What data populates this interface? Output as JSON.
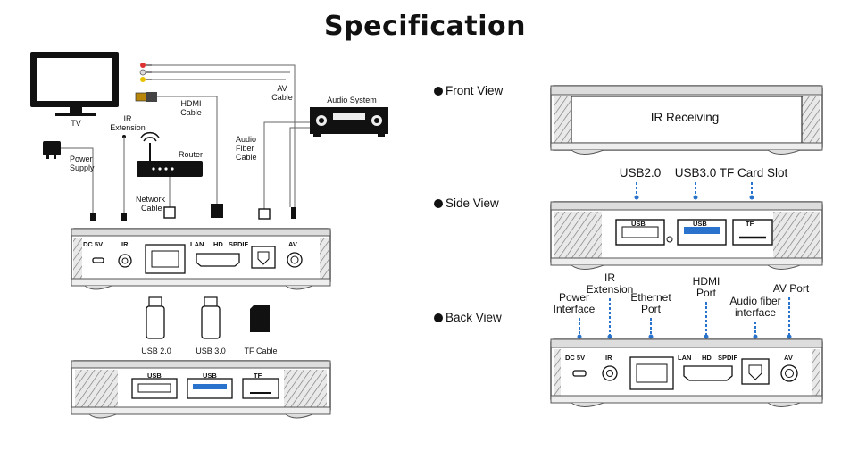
{
  "title": "Specification",
  "left": {
    "tv": "TV",
    "ir_extension": [
      "IR",
      "Extension"
    ],
    "hdmi_cable": [
      "HDMI",
      "Cable"
    ],
    "av_cable": [
      "AV",
      "Cable"
    ],
    "audio_system": "Audio System",
    "power_supply": [
      "Power",
      "Supply"
    ],
    "router": "Router",
    "audio_fiber_cable": [
      "Audio",
      "Fiber",
      "Cable"
    ],
    "network_cable": [
      "Network",
      "Cable"
    ],
    "usb20": "USB 2.0",
    "usb30": "USB 3.0",
    "tf_cable": "TF Cable"
  },
  "ports": {
    "dc": "DC 5V",
    "ir": "IR",
    "lan": "LAN",
    "hd": "HD",
    "spdif": "SPDIF",
    "av": "AV",
    "usb": "USB",
    "tf": "TF"
  },
  "right": {
    "front_view": "Front View",
    "ir_receiving": "IR Receiving",
    "side_view": "Side View",
    "usb20": "USB2.0",
    "usb30": "USB3.0",
    "tf_slot": "TF Card Slot",
    "back_view": "Back View",
    "power_interface": [
      "Power",
      "Interface"
    ],
    "ir_extension": [
      "IR",
      "Extension"
    ],
    "ethernet_port": [
      "Ethernet",
      "Port"
    ],
    "hdmi_port": [
      "HDMI",
      "Port"
    ],
    "audio_fiber_interface": [
      "Audio fiber",
      "interface"
    ],
    "av_port": "AV Port"
  }
}
